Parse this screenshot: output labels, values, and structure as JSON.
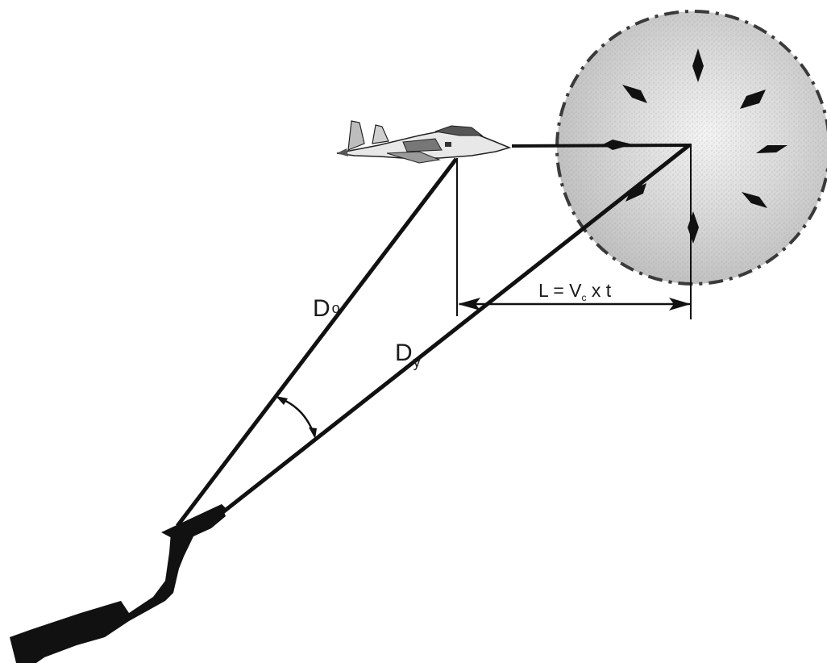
{
  "labels": {
    "d0": {
      "main": "D",
      "sub": "o"
    },
    "dy": {
      "main": "D",
      "sub": "y"
    },
    "distance": {
      "lhs": "L = V",
      "sub": "c",
      "rhs": " x t"
    }
  },
  "colors": {
    "ink": "#111111",
    "burst_fill": "#c9c9c9",
    "burst_border": "#3a3a3a",
    "aircraft_body": "#e8e8e8",
    "background": "#ffffff"
  },
  "objects": {
    "target_aircraft": "fighter-jet-icon",
    "launcher": "missile-launcher-silhouette",
    "burst": "fragmentation-burst-zone"
  }
}
